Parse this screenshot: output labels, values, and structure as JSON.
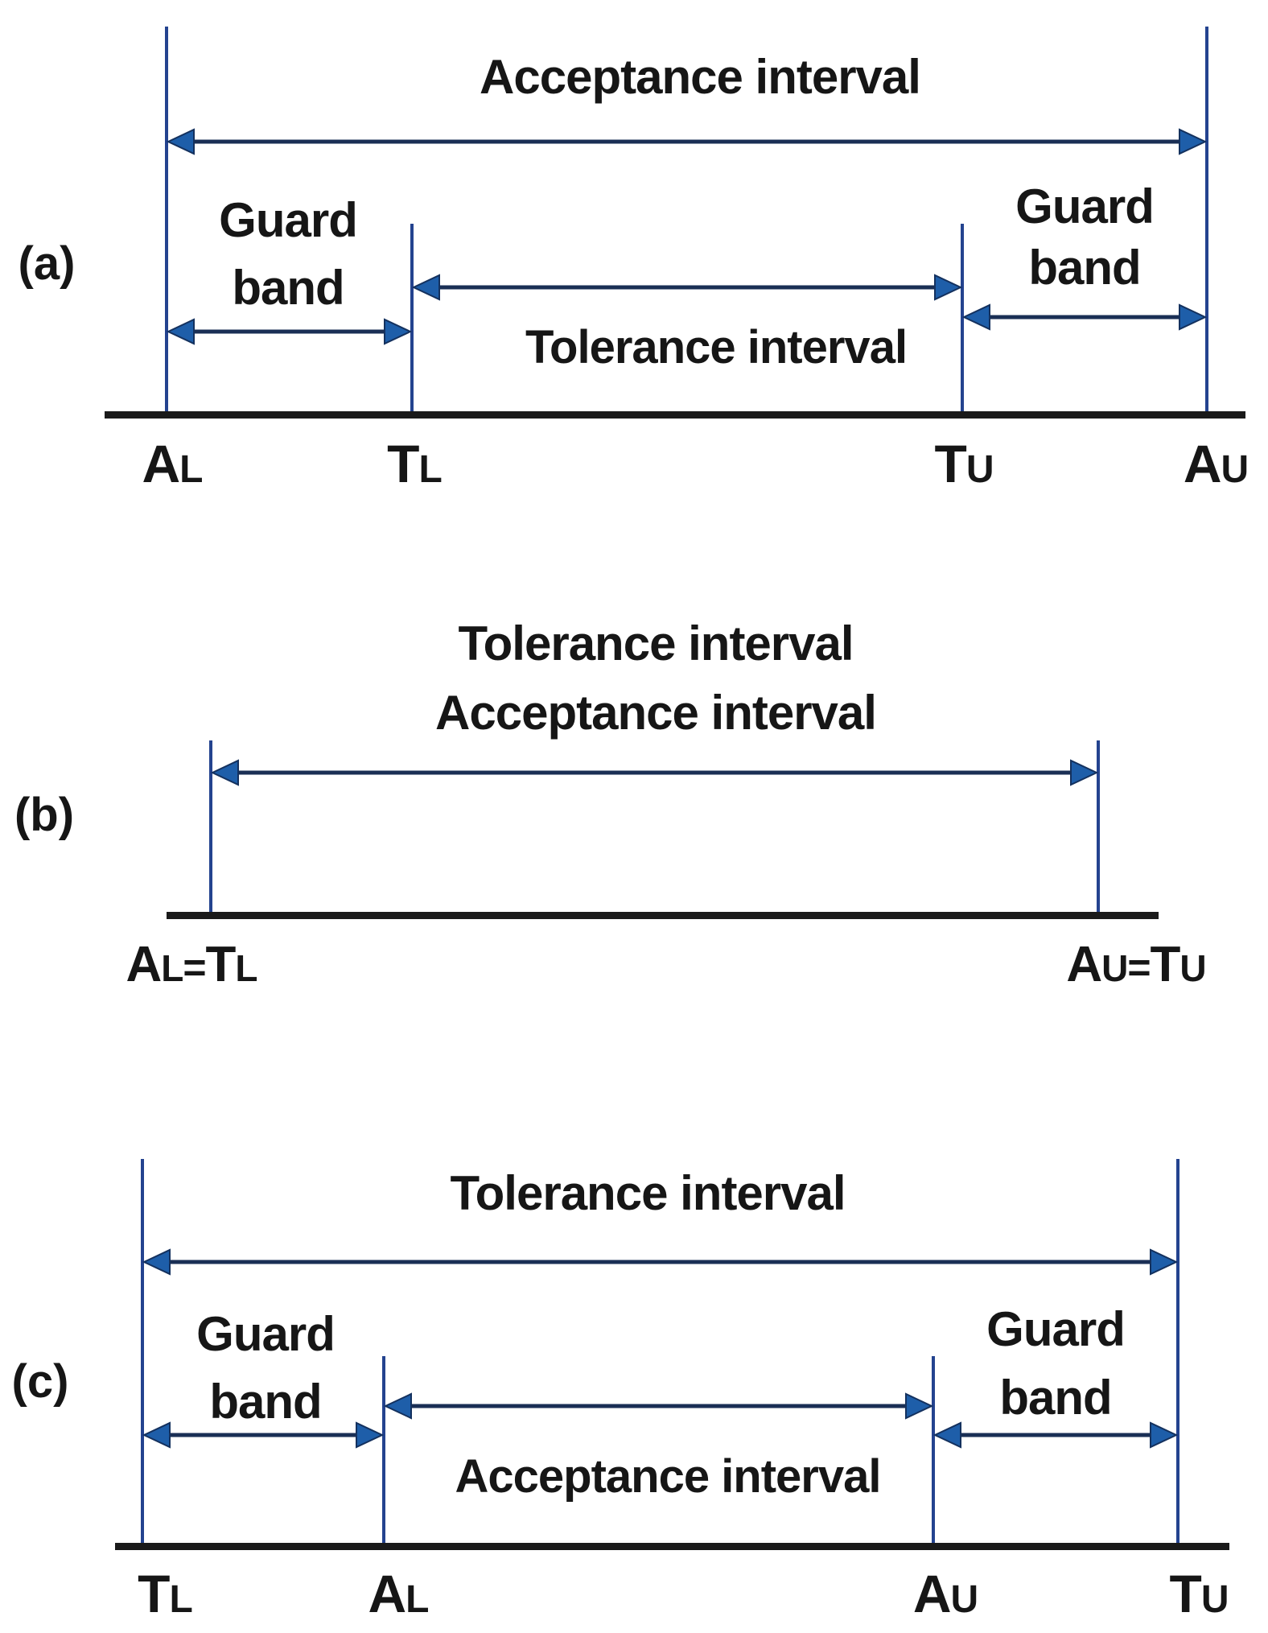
{
  "colors": {
    "tick_line": "#24438F",
    "arrow_shaft": "#1A2F55",
    "arrow_head": "#1E5EA9",
    "arrow_head_edge": "#14315E",
    "baseline": "#1A1A1A",
    "text": "#161616"
  },
  "panel_a": {
    "tag": "(a)",
    "title": "Acceptance interval",
    "interval_label": "Tolerance interval",
    "guard_left": {
      "line1": "Guard",
      "line2": "band"
    },
    "guard_right": {
      "line1": "Guard",
      "line2": "band"
    },
    "axis": {
      "al": {
        "main": "A",
        "sub": "L"
      },
      "tl": {
        "main": "T",
        "sub": "L"
      },
      "tu": {
        "main": "T",
        "sub": "U"
      },
      "au": {
        "main": "A",
        "sub": "U"
      }
    }
  },
  "panel_b": {
    "tag": "(b)",
    "title_line1": "Tolerance interval",
    "title_line2": "Acceptance interval",
    "axis_left": {
      "p1": "A",
      "s1": "L",
      "eq": "=",
      "p2": "T",
      "s2": "L"
    },
    "axis_right": {
      "p1": "A",
      "s1": "U",
      "eq": "=",
      "p2": "T",
      "s2": "U"
    }
  },
  "panel_c": {
    "tag": "(c)",
    "title": "Tolerance interval",
    "interval_label": "Acceptance interval",
    "guard_left": {
      "line1": "Guard",
      "line2": "band"
    },
    "guard_right": {
      "line1": "Guard",
      "line2": "band"
    },
    "axis": {
      "tl": {
        "main": "T",
        "sub": "L"
      },
      "al": {
        "main": "A",
        "sub": "L"
      },
      "au": {
        "main": "A",
        "sub": "U"
      },
      "tu": {
        "main": "T",
        "sub": "U"
      }
    }
  }
}
